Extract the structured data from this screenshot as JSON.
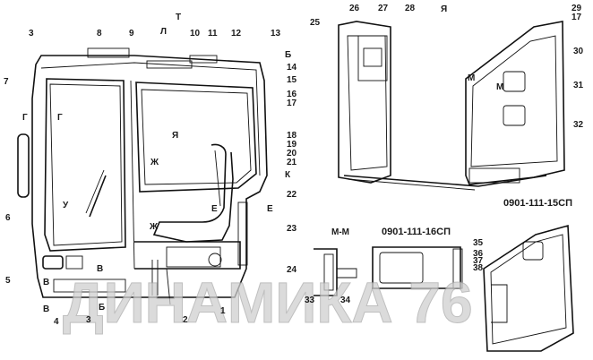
{
  "callouts": [
    "1",
    "2",
    "3",
    "3",
    "4",
    "5",
    "6",
    "7",
    "8",
    "9",
    "10",
    "11",
    "12",
    "13",
    "14",
    "15",
    "16",
    "17",
    "18",
    "19",
    "20",
    "21",
    "22",
    "23",
    "24",
    "25",
    "26",
    "27",
    "28",
    "29",
    "17",
    "30",
    "31",
    "32",
    "33",
    "34",
    "35",
    "36",
    "37",
    "38"
  ],
  "section_letters": {
    "t": "Т",
    "l": "Л",
    "b": "Б",
    "ya_top": "Я",
    "ya": "Я",
    "g_left": "Г",
    "g_right": "Г",
    "zh_mid": "Ж",
    "zh_low": "Ж",
    "k": "К",
    "e_left": "Е",
    "e_right": "Е",
    "u": "У",
    "v_left": "В",
    "v_right": "В",
    "v_low": "В",
    "b_low": "Б",
    "m_small": "М",
    "m_right": "М"
  },
  "section_labels": {
    "mm": "М-М",
    "ya_view": "Я"
  },
  "drawing_codes": {
    "code1": "0901-111-15СП",
    "code2": "0901-111-16СП"
  },
  "watermark": "ДИНАМИКА 76",
  "colors": {
    "line": "#111111",
    "accent": "#f4e53c",
    "watermark": "#c8c8c8"
  }
}
